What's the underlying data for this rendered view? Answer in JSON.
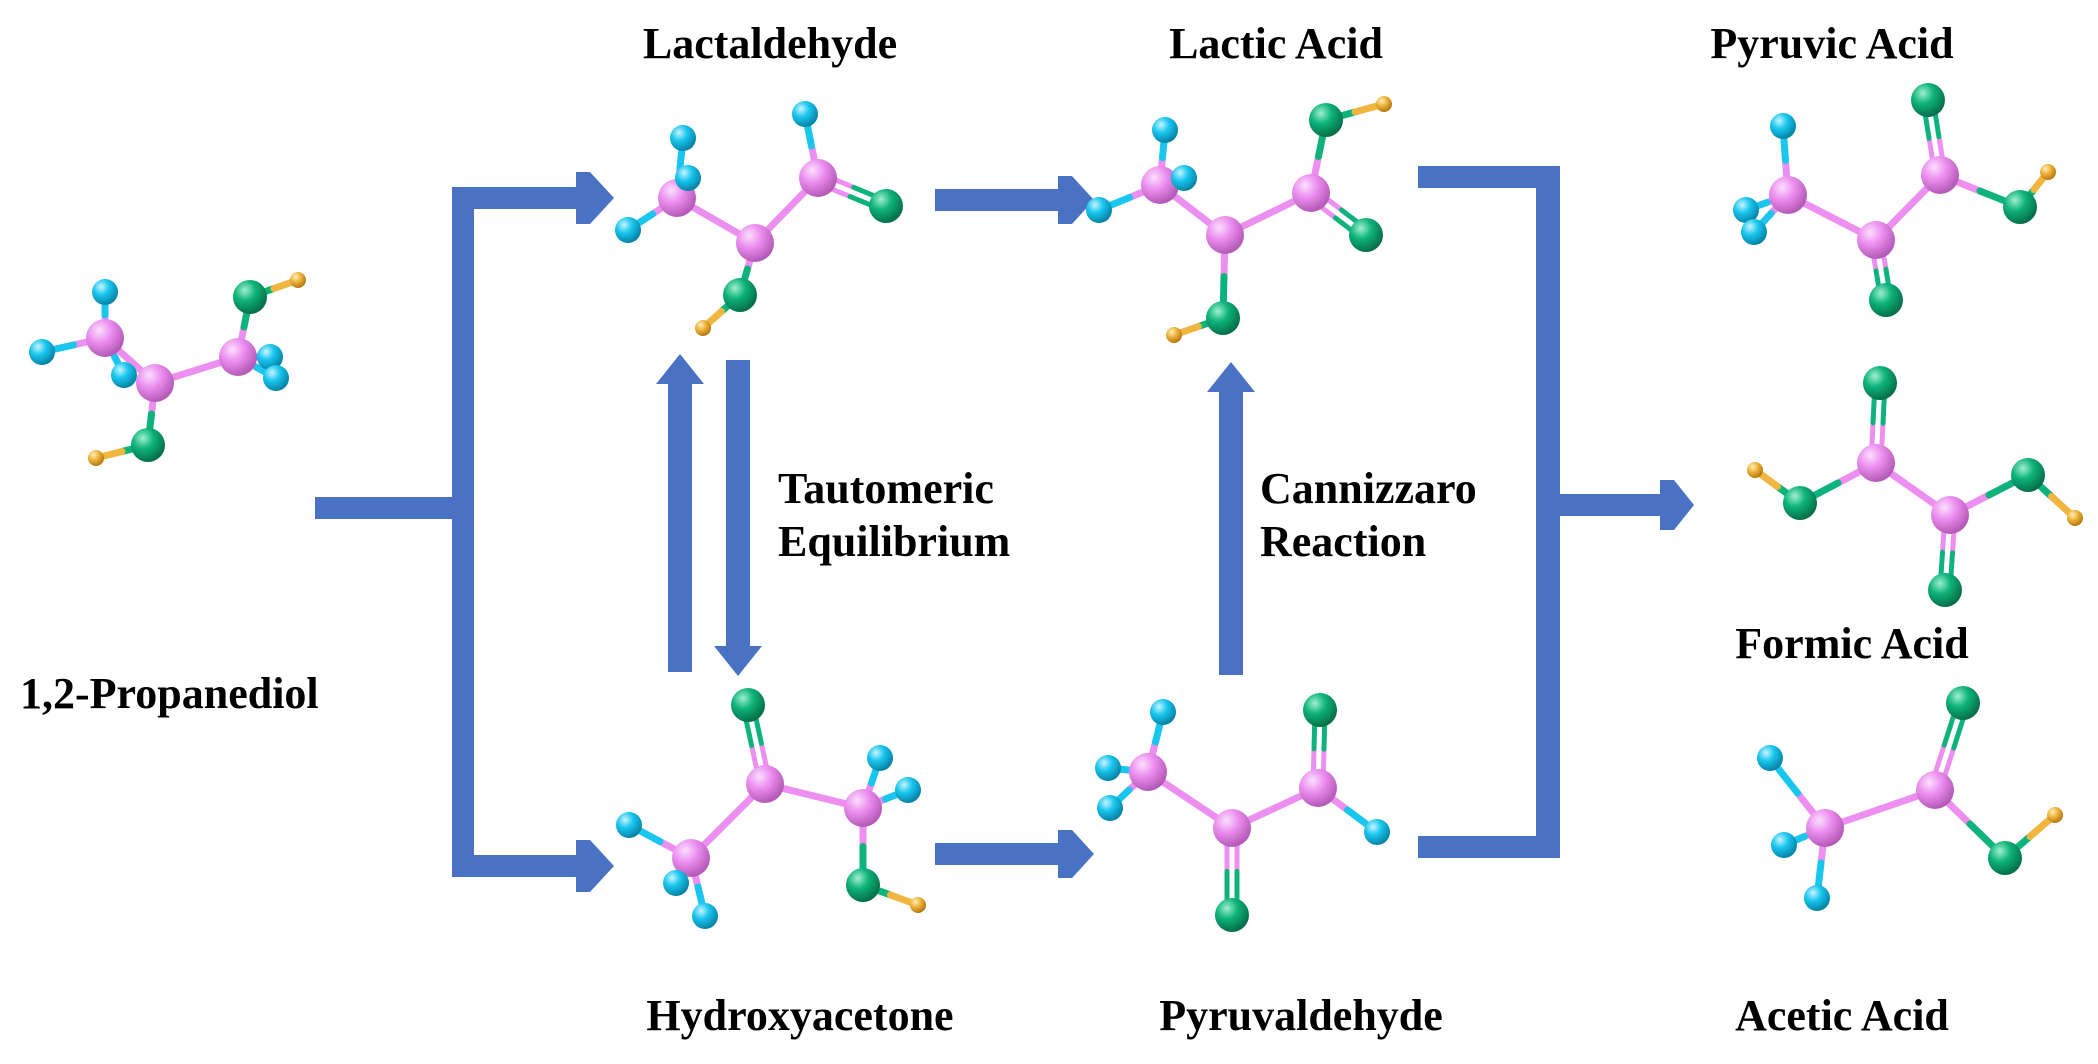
{
  "molecules": {
    "propanediol": "1,2-Propanediol",
    "lactaldehyde": "Lactaldehyde",
    "hydroxyacetone": "Hydroxyacetone",
    "lactic_acid": "Lactic Acid",
    "pyruvaldehyde": "Pyruvaldehyde",
    "pyruvic_acid": "Pyruvic Acid",
    "formic_acid": "Formic Acid",
    "acetic_acid": "Acetic Acid"
  },
  "notes": {
    "tautomeric_line1": "Tautomeric",
    "tautomeric_line2": "Equilibrium",
    "cannizzaro_line1": "Cannizzaro",
    "cannizzaro_line2": "Reaction"
  },
  "colors": {
    "arrow": "#4a72c4",
    "carbon": "#ec8ff0",
    "hydrogen": "#19c6ee",
    "oxygen": "#0eb37a",
    "hydroxyl_h": "#f0b640",
    "bond": "#ec8ff0",
    "bond_o": "#0eb37a"
  }
}
